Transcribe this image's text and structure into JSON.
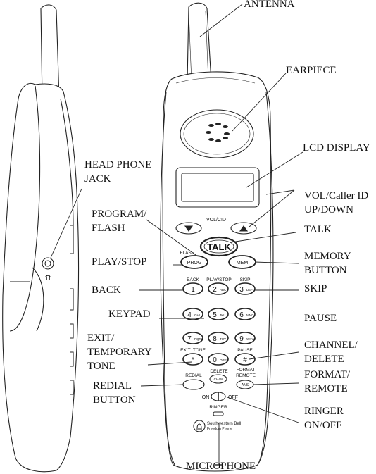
{
  "callouts": {
    "antenna": "ANTENNA",
    "earpiece": "EARPIECE",
    "lcd_display": "LCD DISPLAY",
    "head_phone_jack": [
      "HEAD PHONE",
      "JACK"
    ],
    "vol_caller_id": [
      "VOL/Caller ID",
      "UP/DOWN"
    ],
    "program_flash": [
      "PROGRAM/",
      "FLASH"
    ],
    "talk": "TALK",
    "play_stop": "PLAY/STOP",
    "memory_button": [
      "MEMORY",
      "BUTTON"
    ],
    "back": "BACK",
    "skip": "SKIP",
    "keypad": "KEYPAD",
    "pause": "PAUSE",
    "exit_temporary_tone": [
      "EXIT/",
      "TEMPORARY",
      "TONE"
    ],
    "channel_delete": [
      "CHANNEL/",
      "DELETE"
    ],
    "redial_button": [
      "REDIAL",
      "BUTTON"
    ],
    "format_remote": [
      "FORMAT/",
      "REMOTE"
    ],
    "ringer_on_off": [
      "RINGER",
      "ON/OFF"
    ],
    "microphone": "MICROPHONE"
  },
  "handset": {
    "vol_cid": "VOL/CID",
    "talk": "TALK",
    "flash": "FLASH",
    "prog": "PROG",
    "mem": "MEM",
    "back": "BACK",
    "play_stop": "PLAY/STOP",
    "skip": "SKIP",
    "exit_tone": "EXIT  TONE",
    "pause": "PAUSE",
    "redial": "REDIAL",
    "delete": "DELETE",
    "format_remote": [
      "FORMAT",
      "REMOTE"
    ],
    "chan": "CHAN",
    "ans": "ANS",
    "on": "ON",
    "off": "OFF",
    "ringer": "RINGER",
    "brand": [
      "Southwestern Bell",
      "Freedom Phone"
    ],
    "keys": [
      {
        "digit": "1",
        "letters": ""
      },
      {
        "digit": "2",
        "letters": "ABC"
      },
      {
        "digit": "3",
        "letters": "DEF"
      },
      {
        "digit": "4",
        "letters": "GHI"
      },
      {
        "digit": "5",
        "letters": "JKL"
      },
      {
        "digit": "6",
        "letters": "MNO"
      },
      {
        "digit": "7",
        "letters": "PQRS"
      },
      {
        "digit": "8",
        "letters": "TUV"
      },
      {
        "digit": "9",
        "letters": "WXYZ"
      },
      {
        "digit": "*",
        "letters": ""
      },
      {
        "digit": "0",
        "letters": "OPER"
      },
      {
        "digit": "#",
        "letters": ""
      }
    ]
  }
}
